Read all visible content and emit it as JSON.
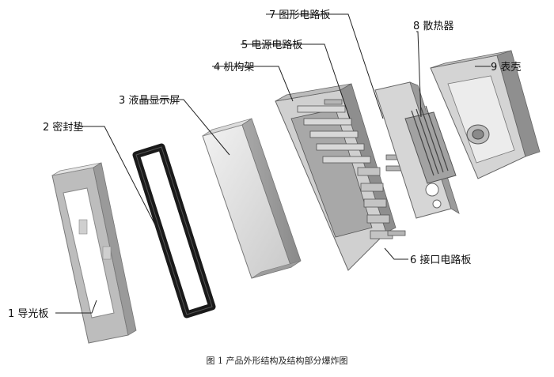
{
  "caption": "图 1 产品外形结构及结构部分爆炸图",
  "parts": [
    {
      "id": 1,
      "label": "1 导光板"
    },
    {
      "id": 2,
      "label": "2 密封垫"
    },
    {
      "id": 3,
      "label": "3 液晶显示屏"
    },
    {
      "id": 4,
      "label": "4 机构架"
    },
    {
      "id": 5,
      "label": "5 电源电路板"
    },
    {
      "id": 6,
      "label": "6 接口电路板"
    },
    {
      "id": 7,
      "label": "7 图形电路板"
    },
    {
      "id": 8,
      "label": "8 散热器"
    },
    {
      "id": 9,
      "label": "9 表壳"
    }
  ]
}
